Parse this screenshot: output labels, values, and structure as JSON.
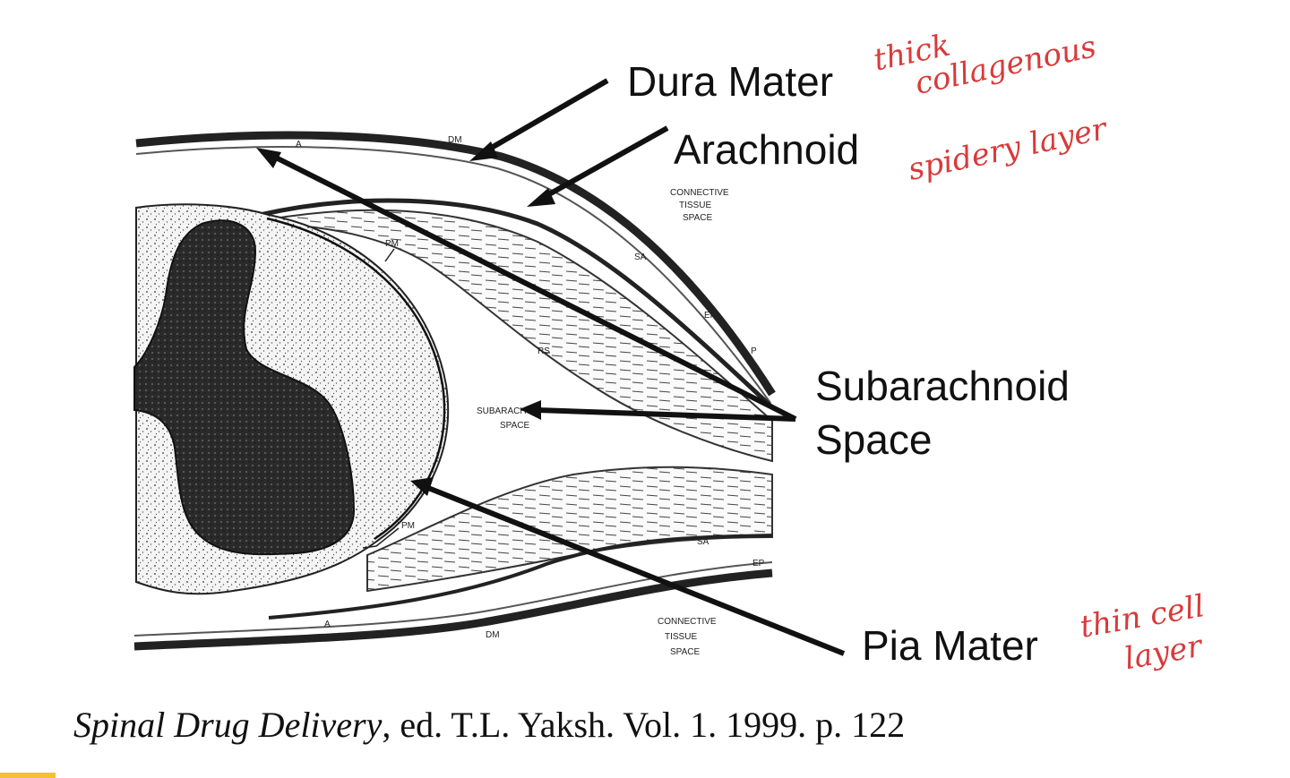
{
  "labels": {
    "dura_mater": "Dura Mater",
    "arachnoid": "Arachnoid",
    "subarachnoid_line1": "Subarachnoid",
    "subarachnoid_line2": "Space",
    "pia_mater": "Pia Mater"
  },
  "annotations": {
    "dura_note_line1": "thick",
    "dura_note_line2": "collagenous",
    "arachnoid_note": "spidery layer",
    "pia_note_line1": "thin cell",
    "pia_note_line2": "layer"
  },
  "figure_labels": {
    "dm_top": "DM",
    "a_top": "A",
    "connective_top_1": "CONNECTIVE",
    "connective_top_2": "TISSUE",
    "connective_top_3": "SPACE",
    "sa_top": "SA",
    "pm_top": "PM",
    "ep_top": "EP",
    "p_label": "P",
    "rs_label": "RS",
    "subarach_small_1": "SUBARACH",
    "subarach_small_2": "SPACE",
    "pm_bottom": "PM",
    "sa_bottom": "SA",
    "ep_bottom": "EP",
    "a_bottom": "A",
    "dm_bottom": "DM",
    "connective_bottom_1": "CONNECTIVE",
    "connective_bottom_2": "TISSUE",
    "connective_bottom_3": "SPACE"
  },
  "citation": {
    "title": "Spinal Drug Delivery",
    "rest": ", ed. T.L. Yaksh. Vol. 1. 1999. p. 122"
  },
  "colors": {
    "annotation": "#d93a3a",
    "accent_bar": "#f3c131"
  }
}
